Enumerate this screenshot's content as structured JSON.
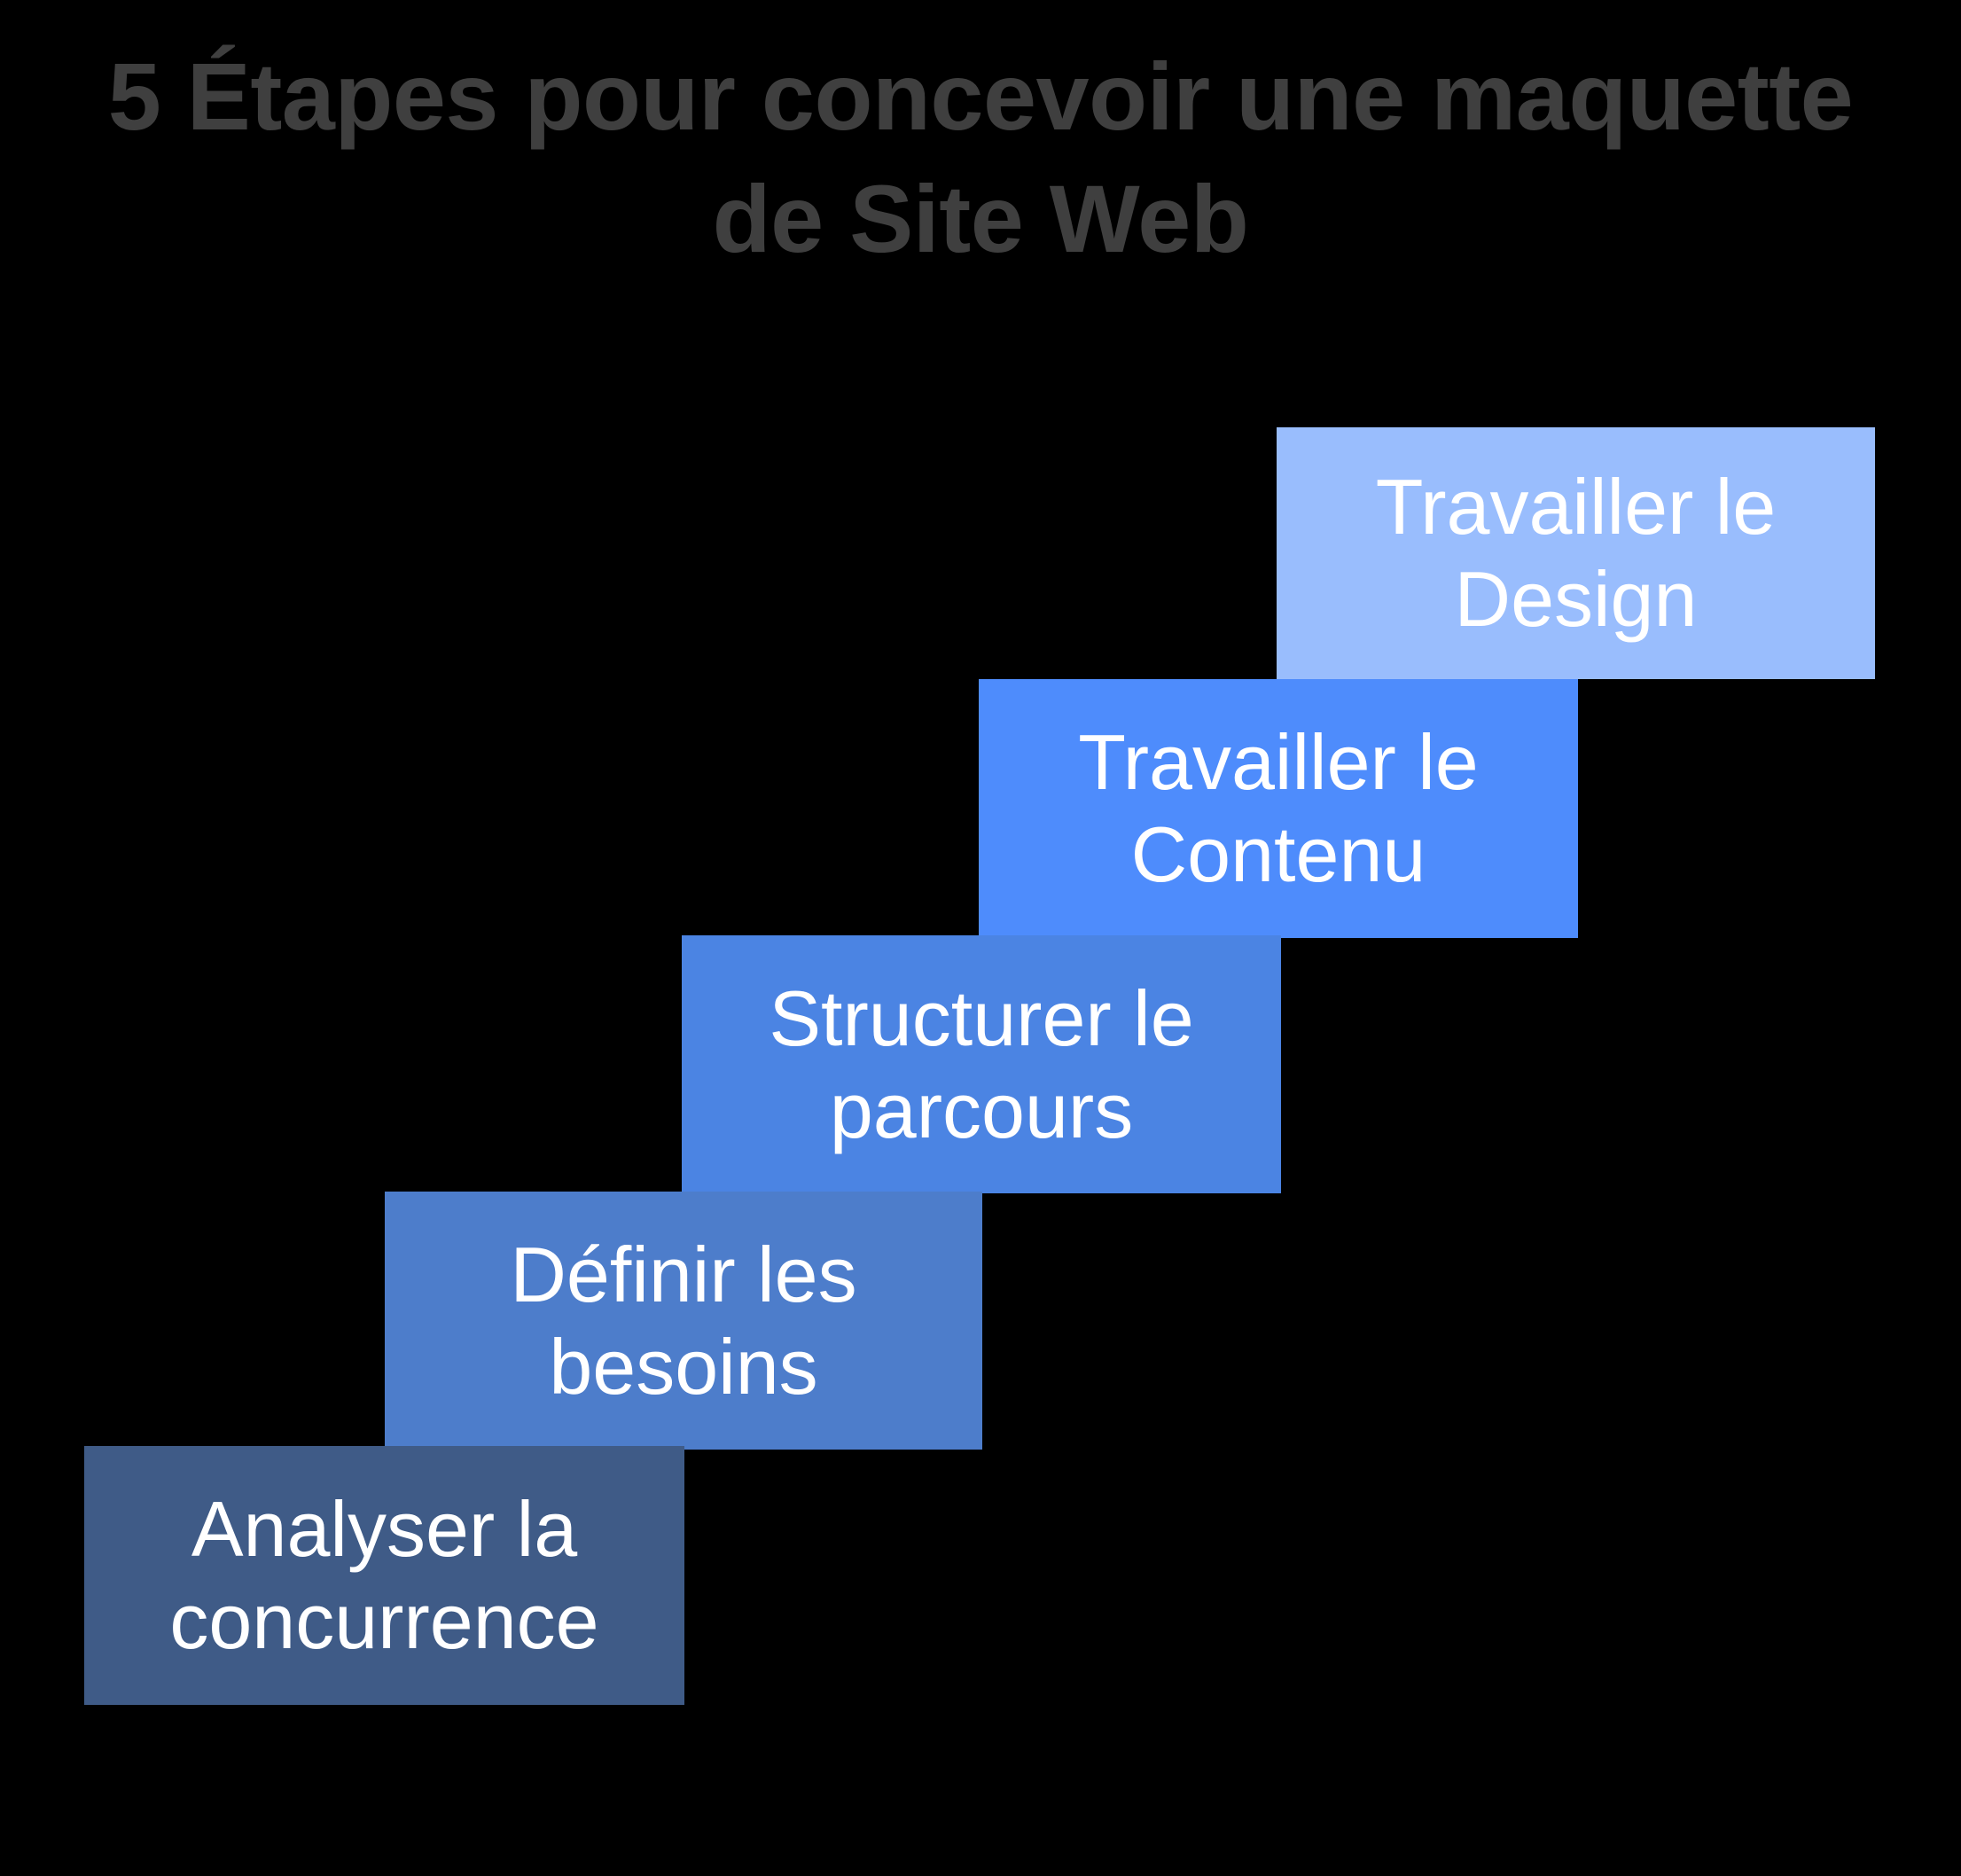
{
  "slide": {
    "title": "5 Étapes pour concevoir une maquette de Site Web",
    "background_color": "#000000",
    "title_color": "#3F3F3F",
    "step_text_color": "#FFFFFF"
  },
  "chart_data": {
    "type": "bar",
    "title": "5 Étapes pour concevoir une maquette de Site Web",
    "subtitle": "",
    "xlabel": "",
    "ylabel": "",
    "categories": [
      "Analyser la concurrence",
      "Définir les besoins",
      "Structurer le parcours",
      "Travailler le Contenu",
      "Travailler le Design"
    ],
    "values": [
      1,
      2,
      3,
      4,
      5
    ],
    "ylim": [
      0,
      5
    ],
    "grid": false,
    "legend": "none",
    "annotations": [
      "Ascending staircase / step diagram with 5 overlapping rectangles",
      "Each step rises toward the upper-right; color lightens with each step"
    ]
  },
  "steps": [
    {
      "index": 1,
      "label": "Analyser la\nconcurrence",
      "color": "#3F5B87"
    },
    {
      "index": 2,
      "label": "Définir les\nbesoins",
      "color": "#4D7DCB"
    },
    {
      "index": 3,
      "label": "Structurer le\nparcours",
      "color": "#4B84E3"
    },
    {
      "index": 4,
      "label": "Travailler le\nContenu",
      "color": "#4E8CFC"
    },
    {
      "index": 5,
      "label": "Travailler le\nDesign",
      "color": "#99BDFD"
    }
  ]
}
